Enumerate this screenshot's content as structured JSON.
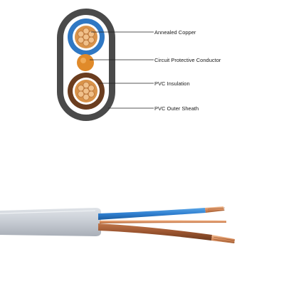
{
  "labels": {
    "annealed_copper": "Annealed Copper",
    "cpc": "Circuit Protective Conductor",
    "pvc_insulation": "PVC Insulation",
    "pvc_outer_sheath": "PVC Outer Sheath"
  },
  "colors": {
    "outer_sheath": "#4a4a4a",
    "sheath_fill": "#ffffff",
    "live_insulation": "#2f78c4",
    "neutral_insulation": "#6b3d1f",
    "copper": "#d9934a",
    "copper_light": "#f0c08a",
    "grey_sheath": "#c8ccd2"
  }
}
